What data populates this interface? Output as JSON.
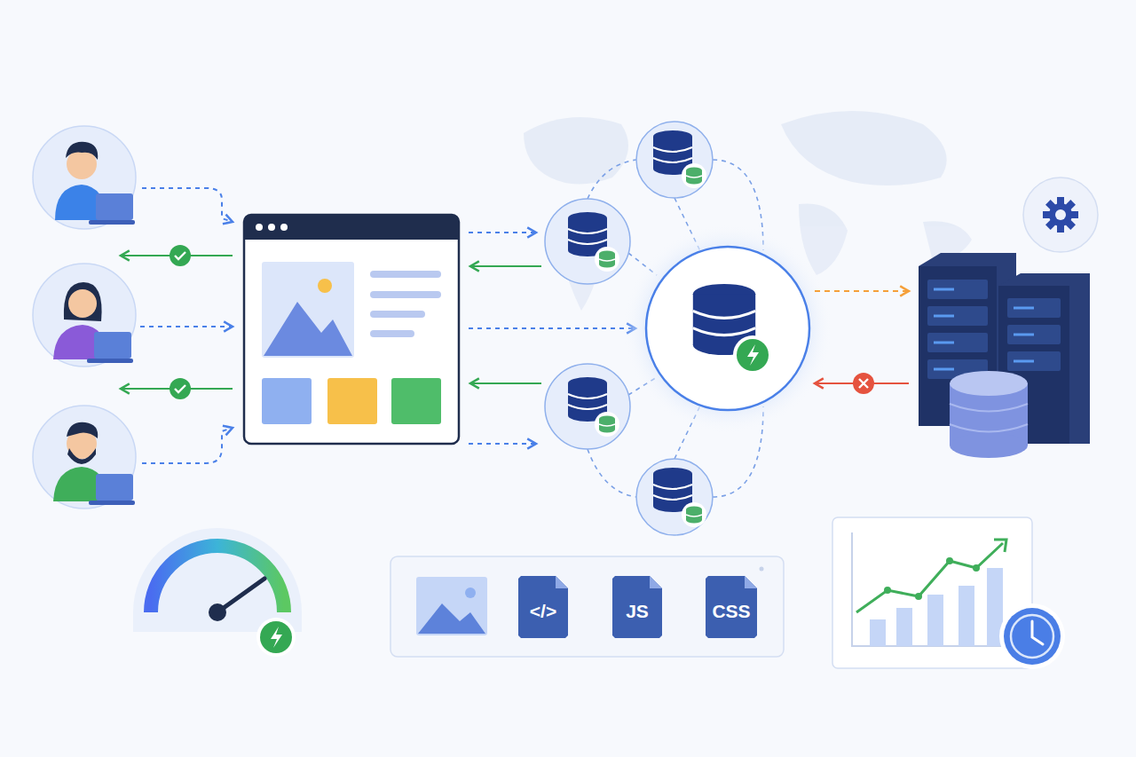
{
  "diagram": {
    "nodes": [
      {
        "text": [
          "</>"
        ]
      },
      {
        "text": [
          "JS"
        ]
      },
      {
        "text": [
          "CSS"
        ]
      }
    ]
  }
}
